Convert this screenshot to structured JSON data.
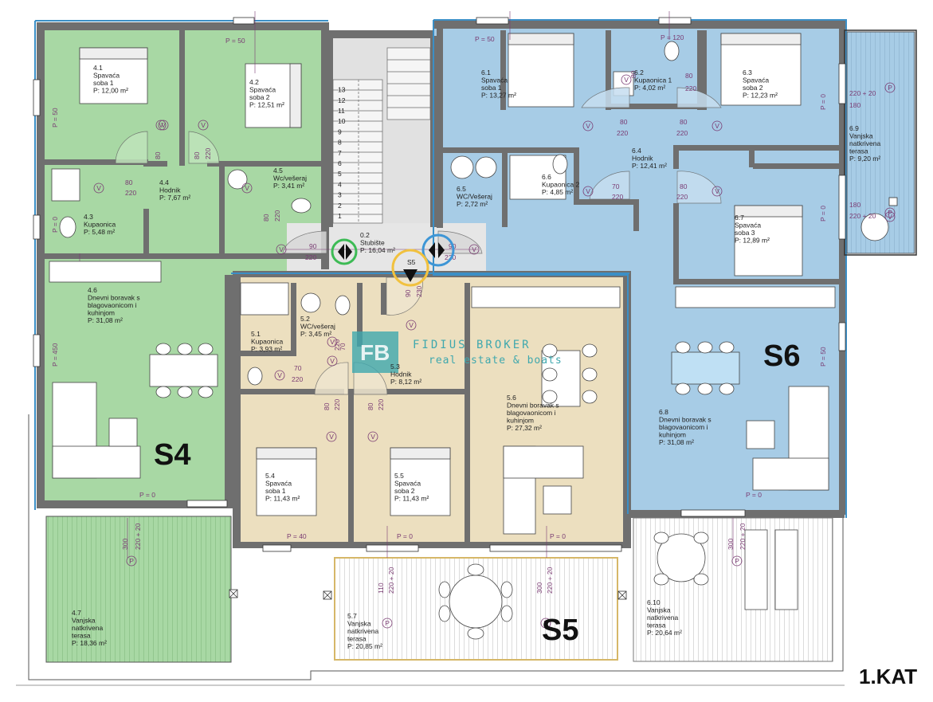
{
  "floor_label": "1.KAT",
  "watermark": {
    "brand": "FIDIUS BROKER",
    "tagline": "real estate & boats"
  },
  "apartments": [
    {
      "id": "S4",
      "color": "#a8d8a4"
    },
    {
      "id": "S5",
      "color": "#ecdfbf"
    },
    {
      "id": "S6",
      "color": "#a7cce6"
    }
  ],
  "rooms": [
    {
      "num": "4.1",
      "lines": [
        "Spavaća",
        "soba 1"
      ],
      "area": "P: 12,00 m²"
    },
    {
      "num": "4.2",
      "lines": [
        "Spavaća",
        "soba 2"
      ],
      "area": "P: 12,51 m²"
    },
    {
      "num": "4.3",
      "lines": [
        "Kupaonica"
      ],
      "area": "P: 5,48 m²"
    },
    {
      "num": "4.4",
      "lines": [
        "Hodnik"
      ],
      "area": "P: 7,67 m²"
    },
    {
      "num": "4.5",
      "lines": [
        "Wc/vešeraj"
      ],
      "area": "P: 3,41 m²"
    },
    {
      "num": "4.6",
      "lines": [
        "Dnevni boravak s",
        "blagovaonicom i",
        "kuhinjom"
      ],
      "area": "P: 31,08 m²"
    },
    {
      "num": "4.7",
      "lines": [
        "Vanjska",
        "natkrivena",
        "terasa"
      ],
      "area": "P: 18,36 m²"
    },
    {
      "num": "0.2",
      "lines": [
        "Stubište"
      ],
      "area": "P: 16,04 m²"
    },
    {
      "num": "5.1",
      "lines": [
        "Kupaonica"
      ],
      "area": "P: 3,93 m²"
    },
    {
      "num": "5.2",
      "lines": [
        "WC/vešeraj"
      ],
      "area": "P: 3,45 m²"
    },
    {
      "num": "5.3",
      "lines": [
        "Hodnik"
      ],
      "area": "P: 8,12 m²"
    },
    {
      "num": "5.4",
      "lines": [
        "Spavaća",
        "soba 1"
      ],
      "area": "P: 11,43 m²"
    },
    {
      "num": "5.5",
      "lines": [
        "Spavaća",
        "soba 2"
      ],
      "area": "P: 11,43 m²"
    },
    {
      "num": "5.6",
      "lines": [
        "Dnevni boravak s",
        "blagovaonicom i",
        "kuhinjom"
      ],
      "area": "P: 27,32 m²"
    },
    {
      "num": "5.7",
      "lines": [
        "Vanjska",
        "natkrivena",
        "terasa"
      ],
      "area": "P: 20,85 m²"
    },
    {
      "num": "6.1",
      "lines": [
        "Spavaća",
        "soba 1"
      ],
      "area": "P: 13,27 m²"
    },
    {
      "num": "6.2",
      "lines": [
        "Kupaonica 1"
      ],
      "area": "P: 4,02 m²"
    },
    {
      "num": "6.3",
      "lines": [
        "Spavaća",
        "soba 2"
      ],
      "area": "P: 12,23 m²"
    },
    {
      "num": "6.4",
      "lines": [
        "Hodnik"
      ],
      "area": "P: 12,41 m²"
    },
    {
      "num": "6.5",
      "lines": [
        "WC/Vešeraj"
      ],
      "area": "P: 2,72 m²"
    },
    {
      "num": "6.6",
      "lines": [
        "Kupaonica 2"
      ],
      "area": "P: 4,85 m²"
    },
    {
      "num": "6.7",
      "lines": [
        "Spavaća",
        "soba 3"
      ],
      "area": "P: 12,89 m²"
    },
    {
      "num": "6.8",
      "lines": [
        "Dnevni boravak s",
        "blagovaonicom i",
        "kuhinjom"
      ],
      "area": "P: 31,08 m²"
    },
    {
      "num": "6.9",
      "lines": [
        "Vanjska",
        "natkrivena",
        "terasa"
      ],
      "area": "P: 9,20 m²"
    },
    {
      "num": "6.10",
      "lines": [
        "Vanjska",
        "natkrivena",
        "terasa"
      ],
      "area": "P: 20,64 m²"
    }
  ],
  "marks": {
    "p0": "P = 0",
    "p40": "P = 40",
    "p50": "P = 50",
    "p450": "P = 450",
    "p120": "P = 120",
    "d80": "80",
    "d90": "90",
    "d70": "70",
    "d220": "220",
    "d230": "230",
    "d300": "300",
    "d110": "110",
    "d180": "180",
    "d220p20": "220 + 20",
    "v": "V",
    "pp": "P",
    "s5": "S5"
  },
  "stair_steps": [
    "1",
    "2",
    "3",
    "4",
    "5",
    "6",
    "7",
    "8",
    "9",
    "10",
    "11",
    "12",
    "13"
  ]
}
